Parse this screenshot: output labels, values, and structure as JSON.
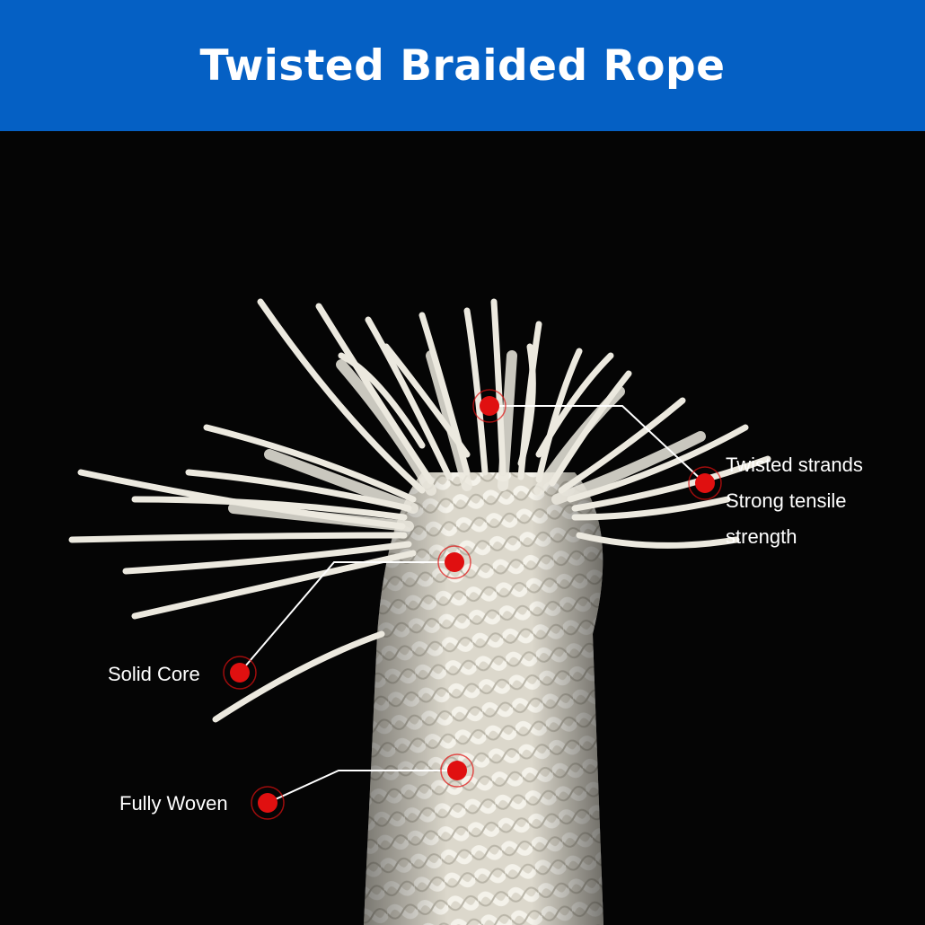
{
  "header": {
    "title": "Twisted Braided Rope",
    "background_color": "#0560c4",
    "text_color": "#ffffff"
  },
  "photo": {
    "background_color": "#050505",
    "rope_color": "#e9e6dc",
    "marker_color": "#e01010"
  },
  "callouts": [
    {
      "id": "twisted-strands",
      "lines": [
        "Twisted strands",
        "Strong tensile",
        "strength"
      ]
    },
    {
      "id": "solid-core",
      "lines": [
        "Solid Core"
      ]
    },
    {
      "id": "fully-woven",
      "lines": [
        "Fully Woven"
      ]
    }
  ]
}
